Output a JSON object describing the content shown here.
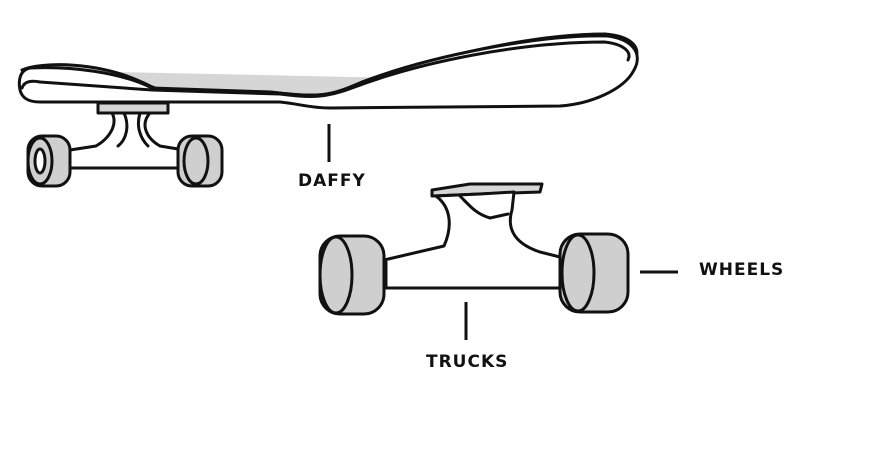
{
  "labels": {
    "daffy": "DAFFY",
    "trucks": "TRUCKS",
    "wheels": "WHEELS"
  },
  "colors": {
    "outline": "#111111",
    "wheel_fill": "#cfcfcf",
    "deck_fill": "#d6d6d6",
    "background": "#ffffff"
  },
  "icons": {
    "skateboard": "skateboard-side-view",
    "truck": "truck-with-wheels"
  }
}
